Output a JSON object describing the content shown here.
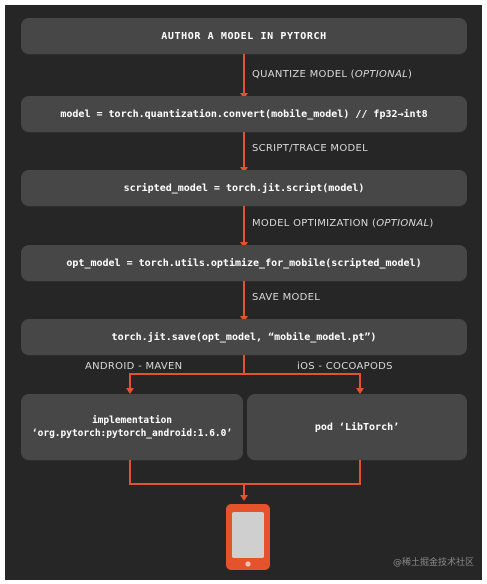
{
  "steps": {
    "author": "AUTHOR A MODEL IN PYTORCH",
    "quantize": "model = torch.quantization.convert(mobile_model) // fp32→int8",
    "script": "scripted_model = torch.jit.script(model)",
    "optimize": "opt_model = torch.utils.optimize_for_mobile(scripted_model)",
    "save": "torch.jit.save(opt_model, “mobile_model.pt”)",
    "android_line1": "implementation",
    "android_line2": "‘org.pytorch:pytorch_android:1.6.0’",
    "ios": "pod ‘LibTorch’"
  },
  "labels": {
    "quantize": "QUANTIZE MODEL (",
    "quantize_optional": "OPTIONAL",
    "quantize_close": ")",
    "script_trace": "SCRIPT/TRACE MODEL",
    "model_opt": "MODEL OPTIMIZATION  (",
    "model_opt_optional": "OPTIONAL",
    "model_opt_close": ")",
    "save": "SAVE MODEL",
    "android": "ANDROID - MAVEN",
    "ios": "iOS - COCOAPODS"
  },
  "watermark": "@稀土掘金技术社区",
  "colors": {
    "background": "#262626",
    "box": "#474747",
    "arrow": "#e5532d",
    "phone": "#e5532d"
  },
  "icons": {
    "phone": "mobile-phone-icon"
  }
}
